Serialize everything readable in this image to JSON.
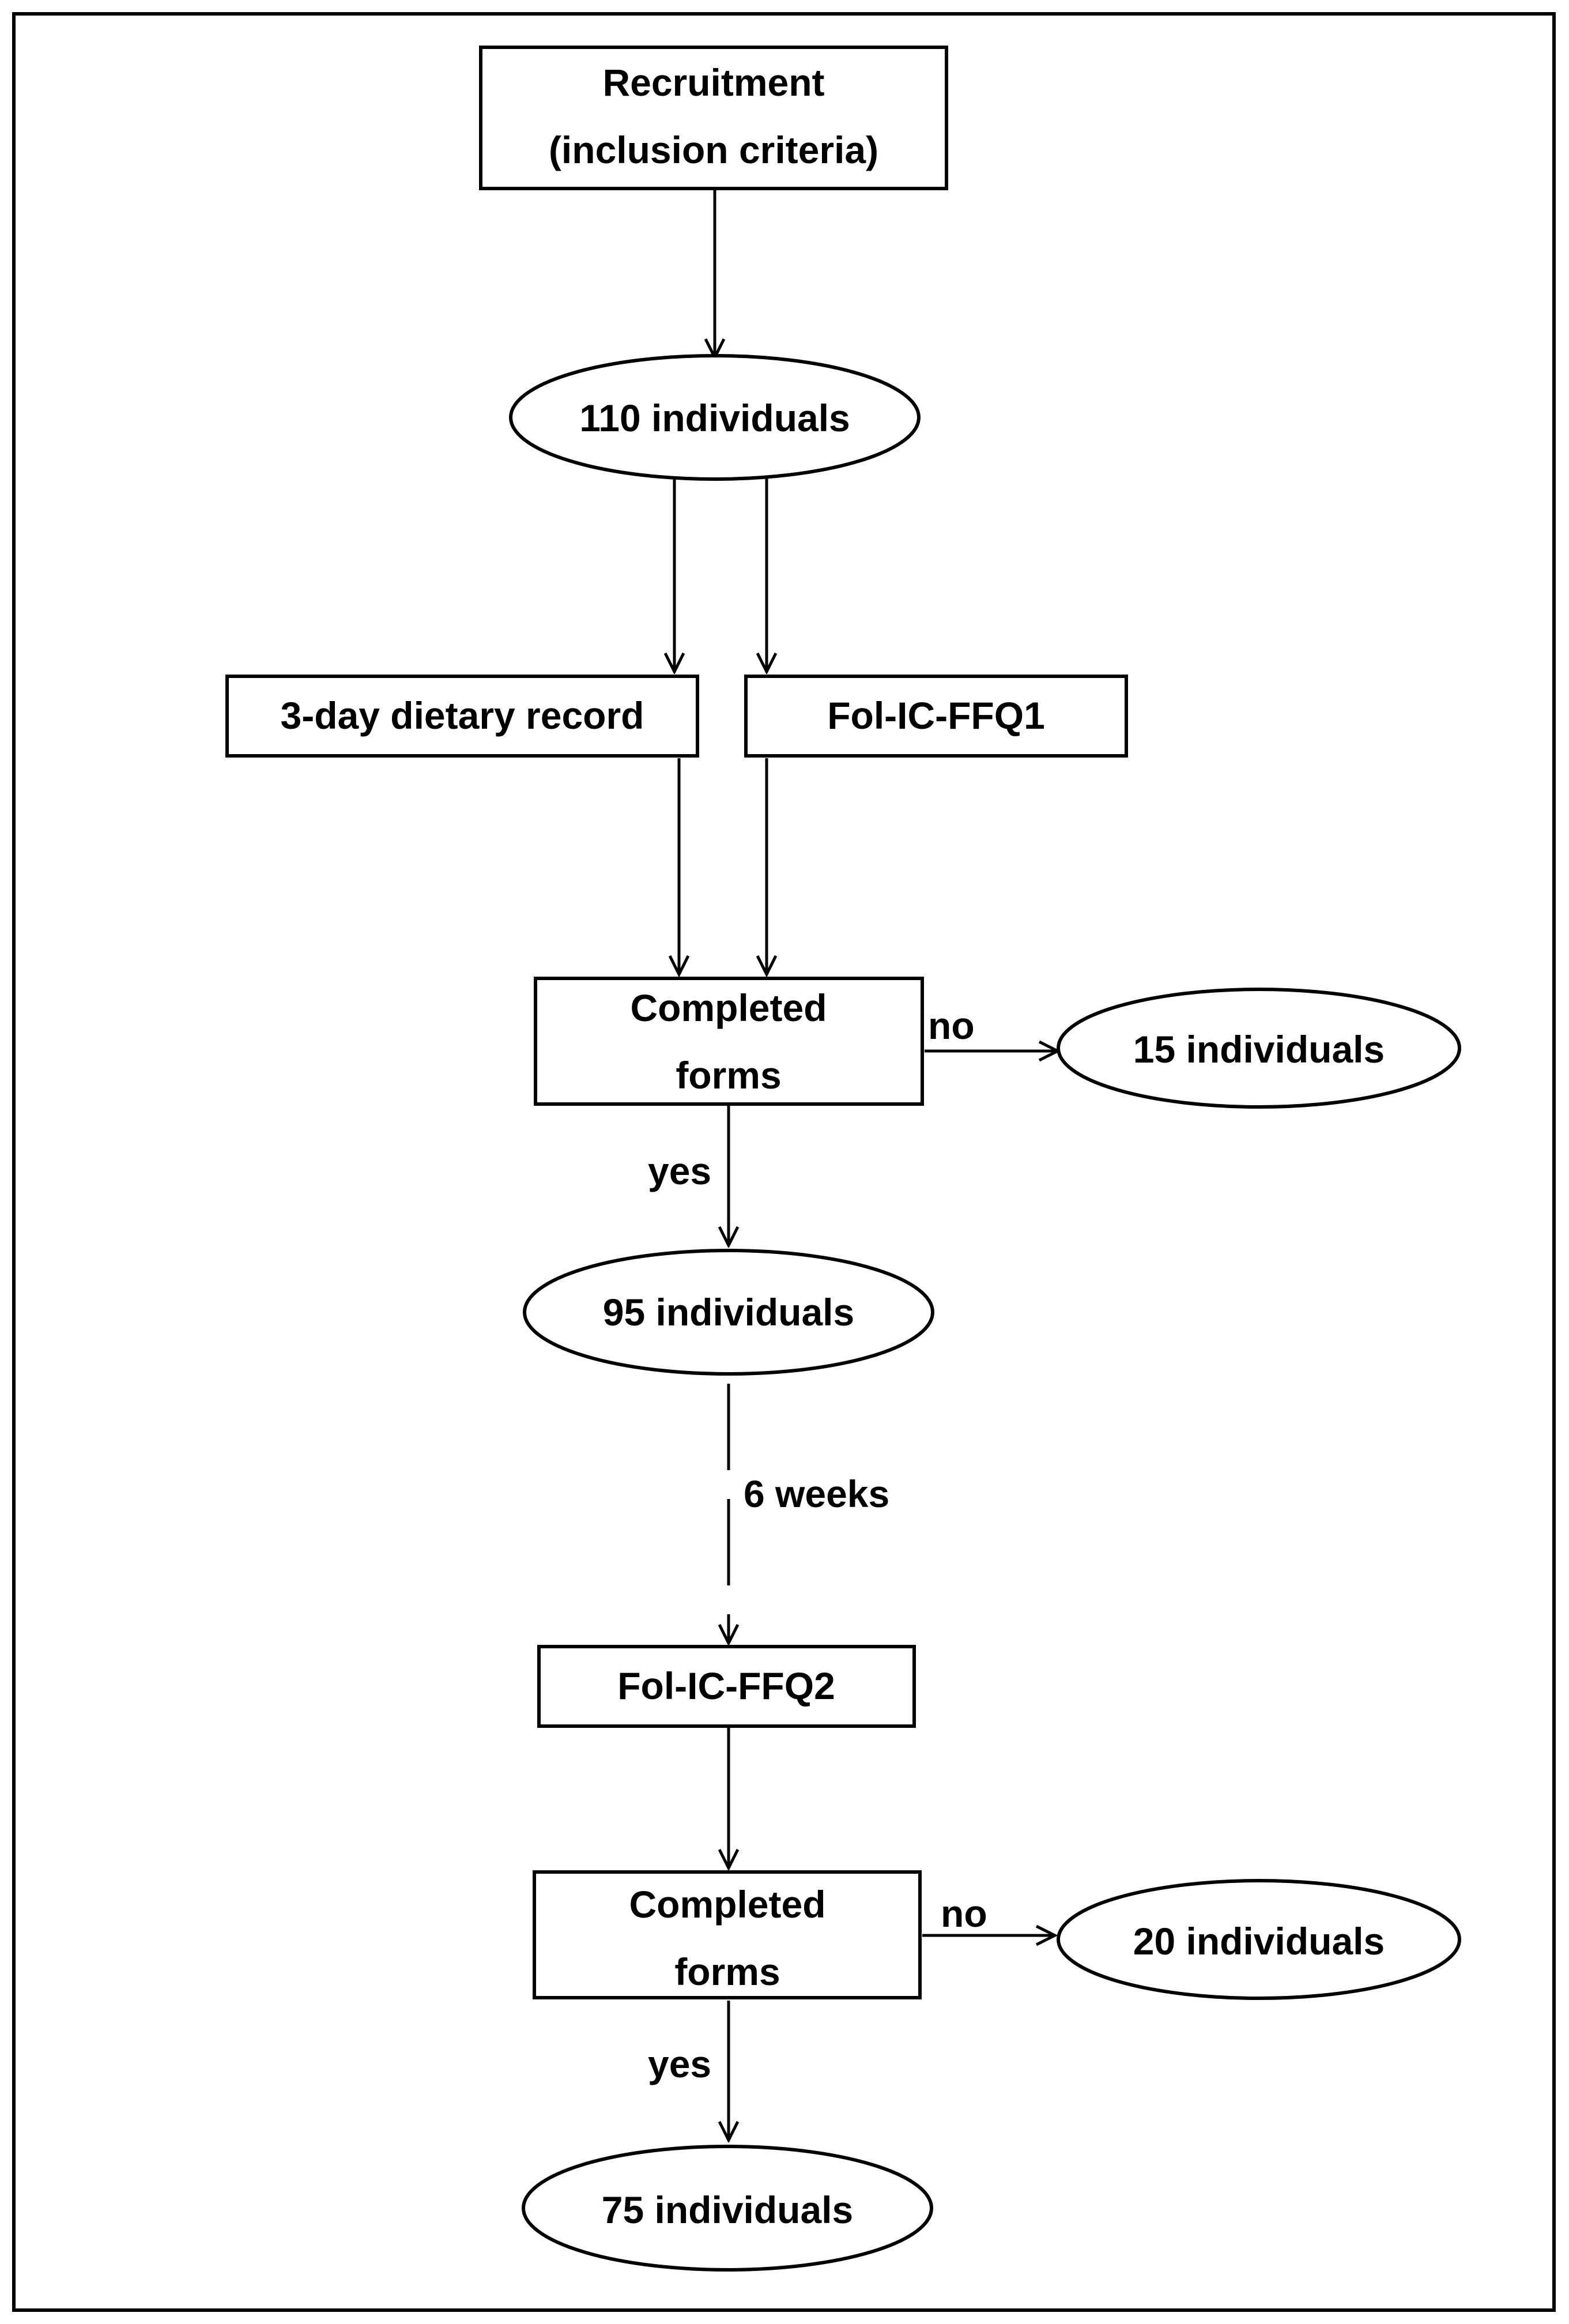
{
  "nodes": {
    "recruitment": {
      "line1": "Recruitment",
      "line2": "(inclusion criteria)"
    },
    "n110": {
      "label": "110 individuals"
    },
    "dietary_record": {
      "label": "3-day dietary record"
    },
    "ffq1": {
      "label": "Fol-IC-FFQ1"
    },
    "completed1": {
      "line1": "Completed",
      "line2": "forms"
    },
    "n15": {
      "label": "15 individuals"
    },
    "n95": {
      "label": "95 individuals"
    },
    "ffq2": {
      "label": "Fol-IC-FFQ2"
    },
    "completed2": {
      "line1": "Completed",
      "line2": "forms"
    },
    "n20": {
      "label": "20 individuals"
    },
    "n75": {
      "label": "75 individuals"
    }
  },
  "edge_labels": {
    "no1": "no",
    "yes1": "yes",
    "weeks": "6 weeks",
    "no2": "no",
    "yes2": "yes"
  }
}
